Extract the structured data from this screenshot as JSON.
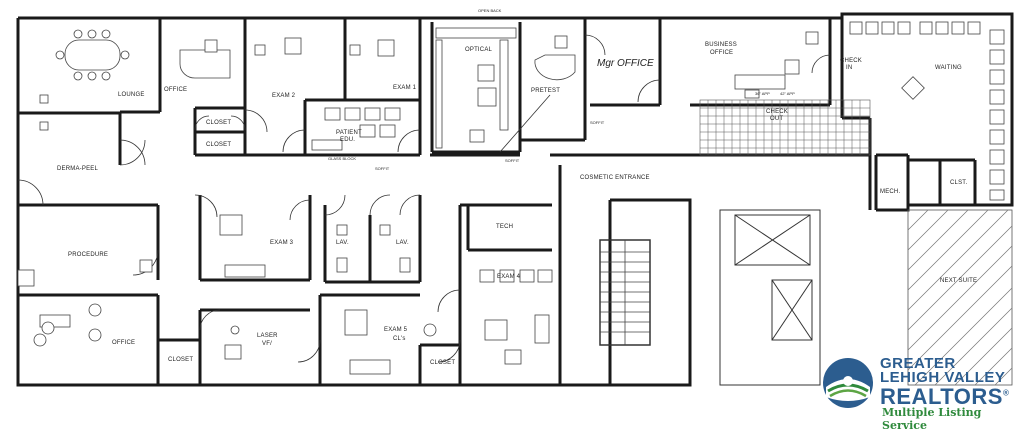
{
  "rooms": {
    "lounge": "LOUNGE",
    "office_top": "OFFICE",
    "closet_a": "CLOSET",
    "closet_b": "CLOSET",
    "exam2": "EXAM 2",
    "exam1": "EXAM 1",
    "patient_edu_1": "PATIENT",
    "patient_edu_2": "EDU.",
    "optical": "OPTICAL",
    "pretest": "PRETEST",
    "mgr_office": "Mgr OFFICE",
    "business_1": "BUSINESS",
    "business_2": "OFFICE",
    "check_in_1": "CHECK",
    "check_in_2": "IN",
    "waiting": "WAITING",
    "check_out_1": "CHECK",
    "check_out_2": "OUT",
    "derma_peel": "DERMA-PEEL",
    "procedure": "PROCEDURE",
    "office_bottom": "OFFICE",
    "closet_bottom": "CLOSET",
    "exam3": "EXAM 3",
    "lav1": "LAV.",
    "lav2": "LAV.",
    "tech": "TECH",
    "exam4": "EXAM 4",
    "laser_1": "LASER",
    "laser_2": "VF/",
    "exam5_1": "EXAM 5",
    "exam5_2": "CL's",
    "closet_exam5": "CLOSET",
    "cosmetic_entrance": "COSMETIC ENTRANCE",
    "mech": "MECH.",
    "clst": "CLST.",
    "next_suite": "NEXT SUITE"
  },
  "small_notes": {
    "open_back": "OPEN BACK",
    "glass_block": "GLASS BLOCK",
    "soffit_1": "SOFFIT",
    "soffit_2": "SOFFIT",
    "soffit_3": "SOFFIT",
    "app_36": "36\" APP",
    "app_42": "42\" APP"
  },
  "logo": {
    "line1": "GREATER",
    "line2": "LEHIGH VALLEY",
    "line3": "REALTORS",
    "reg": "®",
    "line4": "Multiple Listing Service"
  },
  "colors": {
    "logo_blue": "#2c5d8f",
    "logo_green": "#2f8a3c",
    "wall": "#1a1a1a"
  }
}
